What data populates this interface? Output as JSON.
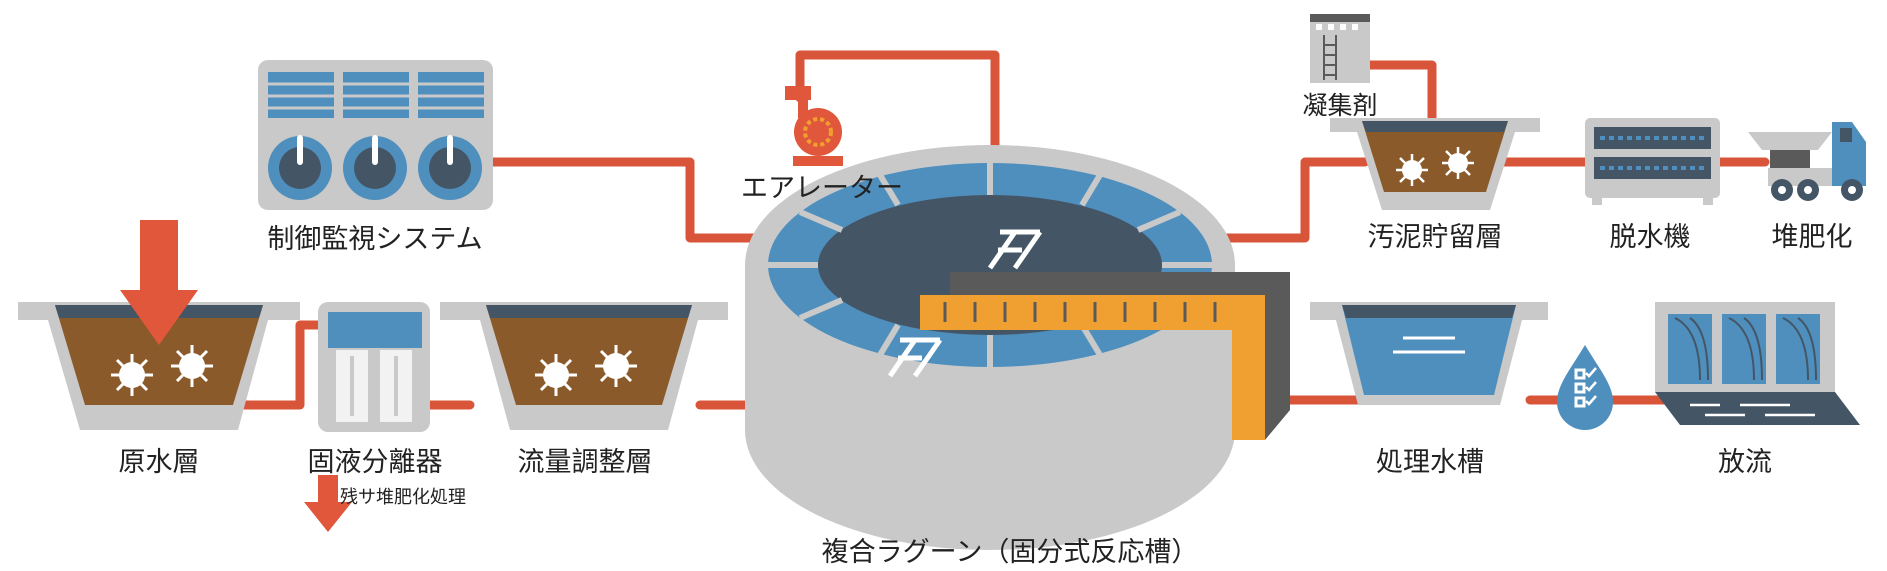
{
  "labels": {
    "raw_water": "原水層",
    "solid_liquid": "固液分離器",
    "residue_note": "残サ堆肥化処理",
    "flow_adjust": "流量調整層",
    "control": "制御監視システム",
    "aerator": "エアレーター",
    "lagoon": "複合ラグーン（固分式反応槽）",
    "coagulant": "凝集剤",
    "sludge": "汚泥貯留層",
    "dewater": "脱水機",
    "compost": "堆肥化",
    "treated": "処理水槽",
    "discharge": "放流"
  },
  "colors": {
    "pipe": "#d9553a",
    "arrow": "#e0573b",
    "gray": "#c9c9c9",
    "dark_gray": "#5a5a5a",
    "blue": "#4f8fbd",
    "navy": "#445566",
    "sludge_brown": "#8b5a2b",
    "orange": "#f0a030"
  }
}
